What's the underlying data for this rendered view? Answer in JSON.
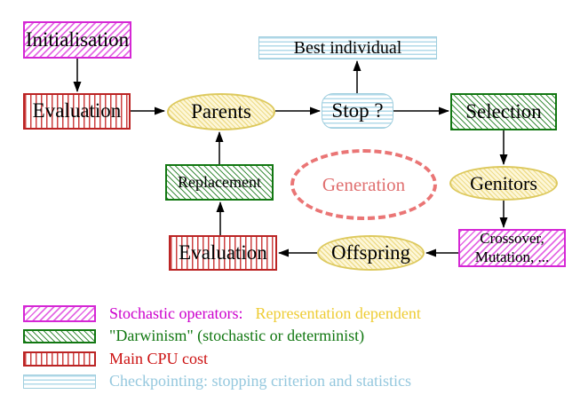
{
  "diagram": {
    "title_semantic": "evolutionary-algorithm-cycle",
    "nodes": {
      "initialisation": {
        "label": "Initialisation",
        "style": "magenta-diagonal-hatch"
      },
      "best_individual": {
        "label": "Best individual",
        "style": "cyan-horizontal-stripes"
      },
      "evaluation_top": {
        "label": "Evaluation",
        "style": "red-vertical-stripes"
      },
      "parents": {
        "label": "Parents",
        "style": "yellow-hatch-ellipse"
      },
      "stop": {
        "label": "Stop ?",
        "style": "cyan-horizontal-stripes-rounded"
      },
      "selection": {
        "label": "Selection",
        "style": "green-diagonal-hatch"
      },
      "replacement": {
        "label": "Replacement",
        "style": "green-diagonal-hatch"
      },
      "genitors": {
        "label": "Genitors",
        "style": "yellow-hatch-ellipse"
      },
      "generation": {
        "label": "Generation",
        "style": "salmon-dashed-ellipse"
      },
      "crossover_mutation": {
        "line1": "Crossover,",
        "line2": "Mutation, ...",
        "style": "magenta-diagonal-hatch"
      },
      "offspring": {
        "label": "Offspring",
        "style": "yellow-hatch-ellipse"
      },
      "evaluation_bottom": {
        "label": "Evaluation",
        "style": "red-vertical-stripes"
      }
    },
    "edges": [
      {
        "from": "Initialisation",
        "to": "Evaluation"
      },
      {
        "from": "Evaluation",
        "to": "Parents"
      },
      {
        "from": "Parents",
        "to": "Stop ?"
      },
      {
        "from": "Stop ?",
        "to": "Best individual"
      },
      {
        "from": "Stop ?",
        "to": "Selection"
      },
      {
        "from": "Selection",
        "to": "Genitors"
      },
      {
        "from": "Genitors",
        "to": "Crossover, Mutation, ..."
      },
      {
        "from": "Crossover, Mutation, ...",
        "to": "Offspring"
      },
      {
        "from": "Offspring",
        "to": "Evaluation"
      },
      {
        "from": "Evaluation",
        "to": "Replacement"
      },
      {
        "from": "Replacement",
        "to": "Parents"
      }
    ]
  },
  "legend": {
    "items": [
      {
        "swatch": "magenta-diagonal-hatch",
        "label": "Stochastic operators:",
        "label2": "Representation dependent",
        "label_color": "#cc00cc",
        "label2_color": "#eecc33"
      },
      {
        "swatch": "green-diagonal-hatch",
        "label": "\"Darwinism\" (stochastic or determinist)",
        "label_color": "#117711"
      },
      {
        "swatch": "red-vertical-stripes",
        "label": "Main CPU cost",
        "label_color": "#cc1111"
      },
      {
        "swatch": "cyan-horizontal-stripes",
        "label": "Checkpointing: stopping criterion and statistics",
        "label_color": "#95c8de"
      }
    ]
  },
  "colors": {
    "magenta": "#cc00cc",
    "green": "#117711",
    "red": "#bb2424",
    "cyan": "#a0cede",
    "yellow_node_border": "#ddc95e",
    "salmon_generation": "#ea7575",
    "gold_text": "#eecc33",
    "arrow": "#000000",
    "background": "#ffffff"
  }
}
